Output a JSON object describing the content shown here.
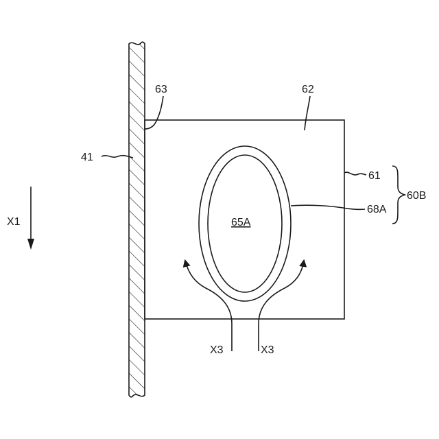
{
  "labels": {
    "wall": "41",
    "plate_edge": "63",
    "plate_top": "62",
    "plate_right": "61",
    "assembly": "60B",
    "ring": "68A",
    "inner": "65A",
    "direction": "X1",
    "flow_left": "X3",
    "flow_right": "X3"
  },
  "colors": {
    "line": "#1a1a1a",
    "background": "#ffffff"
  }
}
